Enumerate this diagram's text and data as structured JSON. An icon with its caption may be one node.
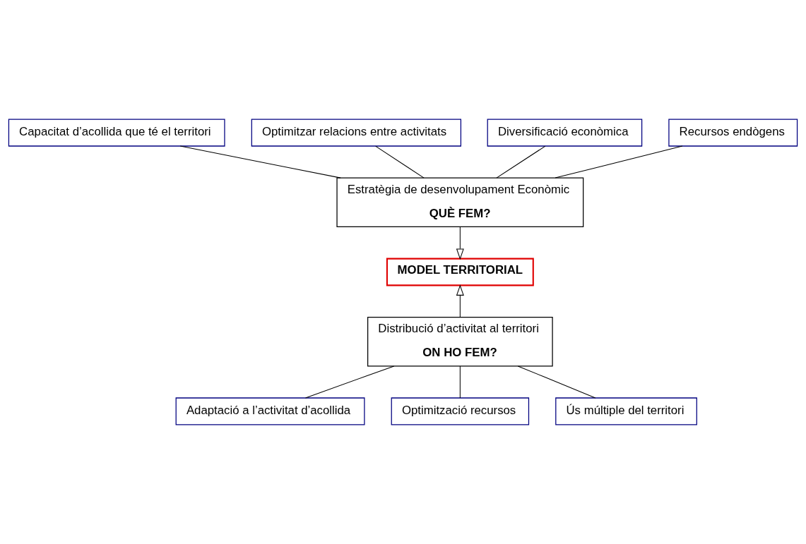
{
  "diagram": {
    "nodes": [
      {
        "text": [
          "Capacitat d’acollida que té el territori"
        ]
      },
      {
        "text": [
          "Optimitzar relacions entre activitats"
        ]
      },
      {
        "text": [
          "Diversificació econòmica"
        ]
      },
      {
        "text": [
          "Recursos endògens"
        ]
      },
      {
        "text": [
          "Estratègia de desenvolupament Econòmic",
          "QUÈ FEM?"
        ]
      },
      {
        "text": [
          "MODEL TERRITORIAL"
        ]
      },
      {
        "text": [
          "Distribució d’activitat al territori",
          "ON HO FEM?"
        ]
      },
      {
        "text": [
          "Adaptació a l’activitat d’acollida"
        ]
      },
      {
        "text": [
          "Optimització recursos"
        ]
      },
      {
        "text": [
          "Ús múltiple del territori"
        ]
      }
    ],
    "edges": [
      {
        "from": 0,
        "to": 4,
        "arrow": "none"
      },
      {
        "from": 1,
        "to": 4,
        "arrow": "none"
      },
      {
        "from": 2,
        "to": 4,
        "arrow": "none"
      },
      {
        "from": 3,
        "to": 4,
        "arrow": "none"
      },
      {
        "from": 4,
        "to": 5,
        "arrow": "to"
      },
      {
        "from": 6,
        "to": 5,
        "arrow": "to"
      },
      {
        "from": 6,
        "to": 7,
        "arrow": "none"
      },
      {
        "from": 6,
        "to": 8,
        "arrow": "none"
      },
      {
        "from": 6,
        "to": 9,
        "arrow": "none"
      }
    ]
  }
}
